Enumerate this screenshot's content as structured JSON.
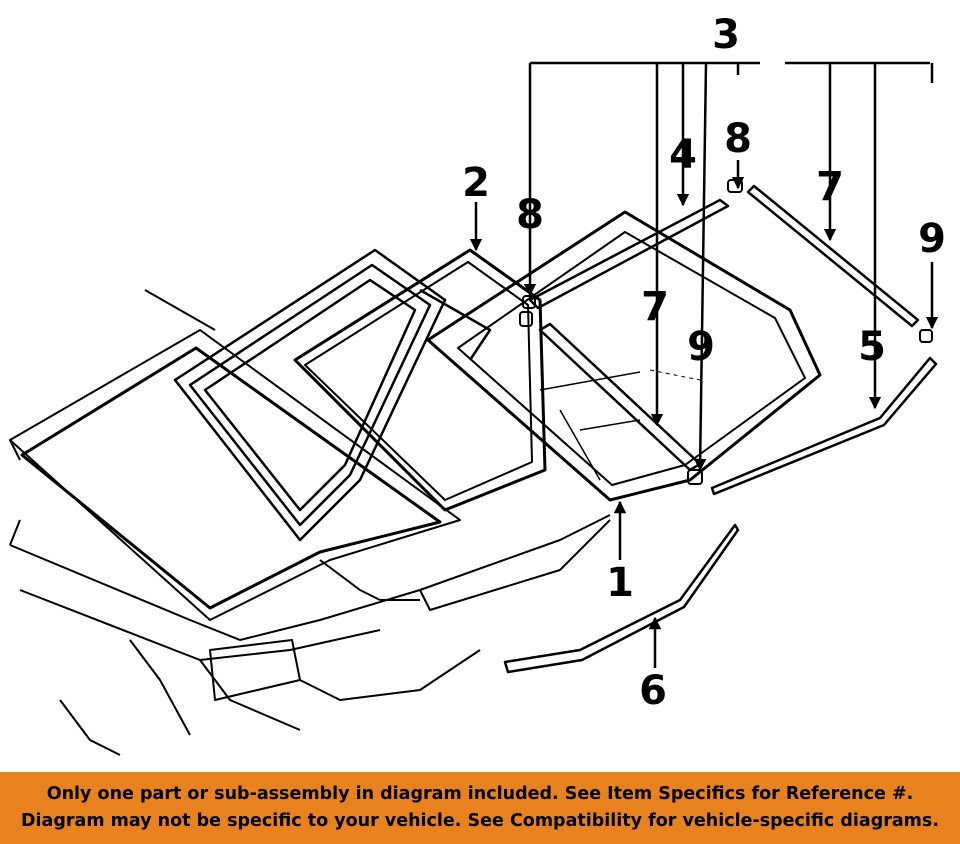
{
  "diagram": {
    "callouts": {
      "c1": "1",
      "c2": "2",
      "c3": "3",
      "c4": "4",
      "c5": "5",
      "c6": "6",
      "c7a": "7",
      "c7b": "7",
      "c8a": "8",
      "c8b": "8",
      "c9a": "9",
      "c9b": "9"
    }
  },
  "banner": {
    "line1": "Only one part or sub-assembly in diagram included. See Item Specifics for Reference #.",
    "line2": "Diagram may not be specific to your vehicle. See Compatibility for vehicle-specific diagrams."
  },
  "colors": {
    "banner_bg": "#e8821e",
    "ink": "#000000"
  }
}
